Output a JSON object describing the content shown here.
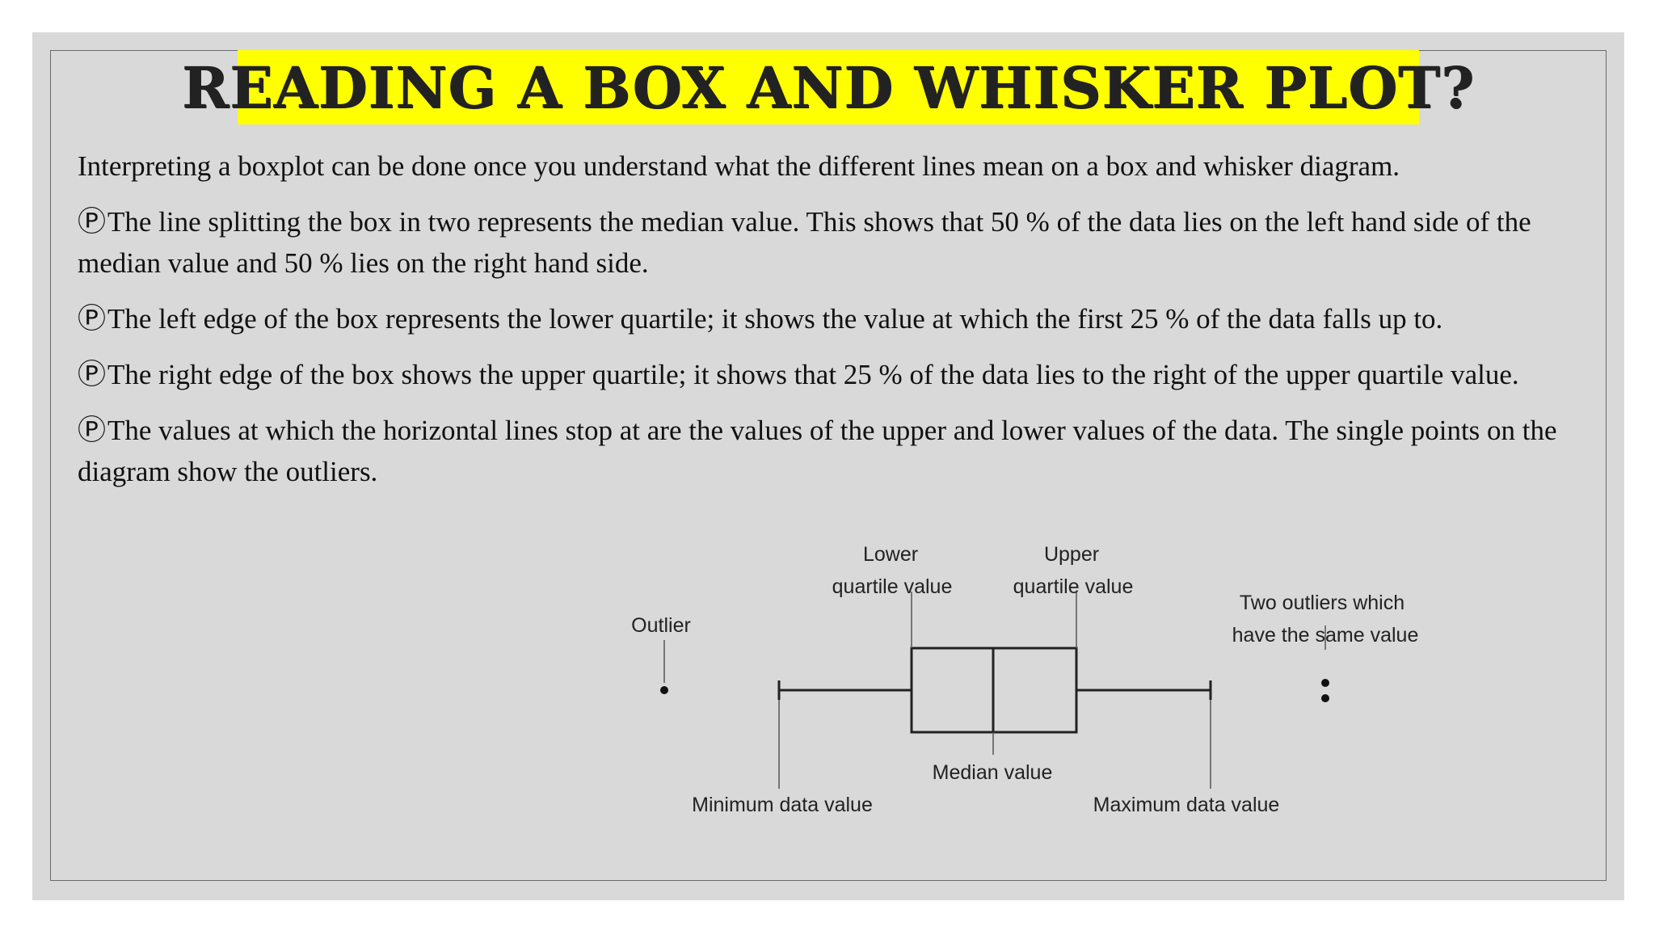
{
  "title": "READING A BOX AND WHISKER PLOT?",
  "intro": "Interpreting a boxplot can be done once you understand what the different lines mean on a box and whisker diagram.",
  "bullet_symbol": "Ⓟ",
  "bullets": [
    "The line splitting the box in two represents the median value. This shows that 50 % of the data lies on the left hand side of the median value and 50 % lies on the right hand side.",
    "The left edge of the box represents the lower quartile; it shows the value at which the first 25 % of the data falls up to.",
    "The right edge of the box shows the upper quartile; it shows that 25 % of the data lies to the right of the upper quartile value.",
    "The values at which the horizontal lines stop at are the values of the upper and lower values of the data. The single points on the diagram show the outliers."
  ],
  "diagram": {
    "lower_quartile": [
      "Lower",
      "quartile value"
    ],
    "upper_quartile": [
      "Upper",
      "quartile value"
    ],
    "outlier": "Outlier",
    "two_outliers": [
      "Two outliers which",
      "have the same value"
    ],
    "median": "Median value",
    "minimum": "Minimum data value",
    "maximum": "Maximum data value"
  }
}
